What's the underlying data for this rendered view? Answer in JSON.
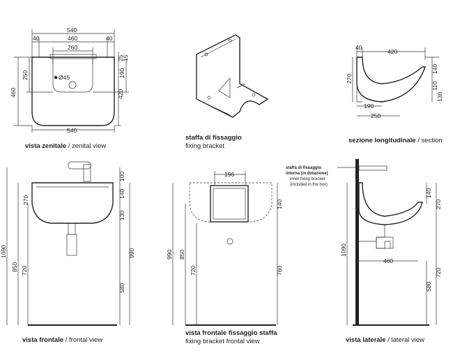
{
  "captions": {
    "zenital": {
      "bold": "vista zenitale",
      "sep": " / ",
      "rest": "zenital view"
    },
    "bracket": {
      "bold": "staffa di fissaggio",
      "rest": "fixing bracket"
    },
    "section": {
      "bold": "sezione longitudinale",
      "sep": " / ",
      "rest": "section"
    },
    "frontal": {
      "bold": "vista frontale",
      "sep": " / ",
      "rest": "frontal view"
    },
    "bracket_frontal": {
      "bold": "vista frontale fissaggio staffa",
      "rest": "fixing bracket frontal view"
    },
    "lateral": {
      "bold": "vista laterale",
      "sep": " / ",
      "rest": "lateral view"
    }
  },
  "zenital_dims": {
    "top_total": "540",
    "top_left": "40",
    "top_right": "40",
    "mid": "460",
    "inner": "260",
    "h_total": "460",
    "h_250": "250",
    "h_190": "190",
    "h_420": "420",
    "r_25": "25",
    "r_15": "15",
    "hole": "Ø45",
    "bottom": "540"
  },
  "section_dims": {
    "top_40": "40",
    "top_420": "420",
    "h_270": "270",
    "h_140": "140",
    "h_110": "110",
    "h_130": "130",
    "b_190": "190",
    "b_250": "250"
  },
  "frontal_dims": {
    "d_1090": "1090",
    "d_850": "850",
    "d_720": "720",
    "d_270": "270",
    "d_100": "100",
    "d_140": "140",
    "d_130": "130",
    "d_990": "990",
    "d_580": "580"
  },
  "bracket_frontal_dims": {
    "w_196": "196",
    "d_990": "990",
    "d_850": "850",
    "d_720": "720",
    "d_140": "140",
    "d_760": "760"
  },
  "lateral_dims": {
    "d_1090": "1090",
    "d_580": "580",
    "d_140": "140",
    "d_270": "270",
    "d_720": "720",
    "w_460": "460"
  },
  "lateral_note": {
    "line1": "staffa di fissaggio",
    "line2": "interna (in dotazione)",
    "line3": "inner fixing bracket",
    "line4": "(included in the box)"
  }
}
